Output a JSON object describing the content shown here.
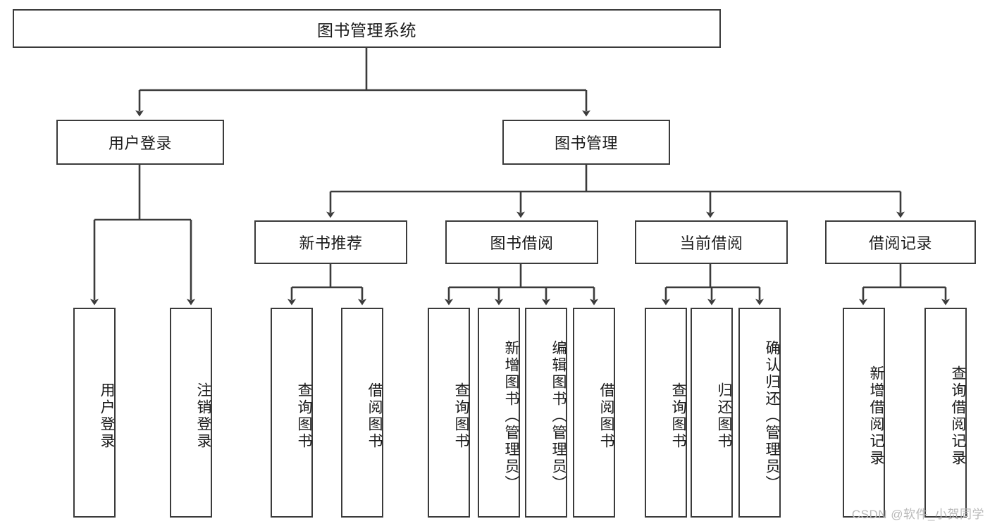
{
  "diagram": {
    "type": "tree-hierarchy-chart",
    "title": "图书管理系统",
    "watermark": "CSDN @软件_小贺同学",
    "colors": {
      "stroke": "#3b3b3b",
      "fill": "#ffffff",
      "text": "#1b1b1b",
      "watermark": "#b9b9b9"
    },
    "nodes": {
      "root": {
        "label": "图书管理系统"
      },
      "level2": [
        {
          "id": "user-login",
          "label": "用户登录"
        },
        {
          "id": "book-manage",
          "label": "图书管理"
        }
      ],
      "level3": [
        {
          "id": "new-book-recommend",
          "label": "新书推荐"
        },
        {
          "id": "book-borrow",
          "label": "图书借阅"
        },
        {
          "id": "current-borrow",
          "label": "当前借阅"
        },
        {
          "id": "borrow-record",
          "label": "借阅记录"
        }
      ],
      "leaves": {
        "user-login": [
          {
            "id": "leaf-user-login",
            "label": "用户登录"
          },
          {
            "id": "leaf-logout-login",
            "label": "注销登录"
          }
        ],
        "new-book-recommend": [
          {
            "id": "leaf-query-book-1",
            "label": "查询图书"
          },
          {
            "id": "leaf-borrow-book-1",
            "label": "借阅图书"
          }
        ],
        "book-borrow": [
          {
            "id": "leaf-query-book-2",
            "label": "查询图书"
          },
          {
            "id": "leaf-add-book",
            "label": "新增图书（管理员）"
          },
          {
            "id": "leaf-edit-book",
            "label": "编辑图书（管理员）"
          },
          {
            "id": "leaf-borrow-book-2",
            "label": "借阅图书"
          }
        ],
        "current-borrow": [
          {
            "id": "leaf-query-book-3",
            "label": "查询图书"
          },
          {
            "id": "leaf-return-book",
            "label": "归还图书"
          },
          {
            "id": "leaf-confirm-return",
            "label": "确认归还（管理员）"
          }
        ],
        "borrow-record": [
          {
            "id": "leaf-add-record",
            "label": "新增借阅记录"
          },
          {
            "id": "leaf-query-record",
            "label": "查询借阅记录"
          }
        ]
      }
    }
  }
}
